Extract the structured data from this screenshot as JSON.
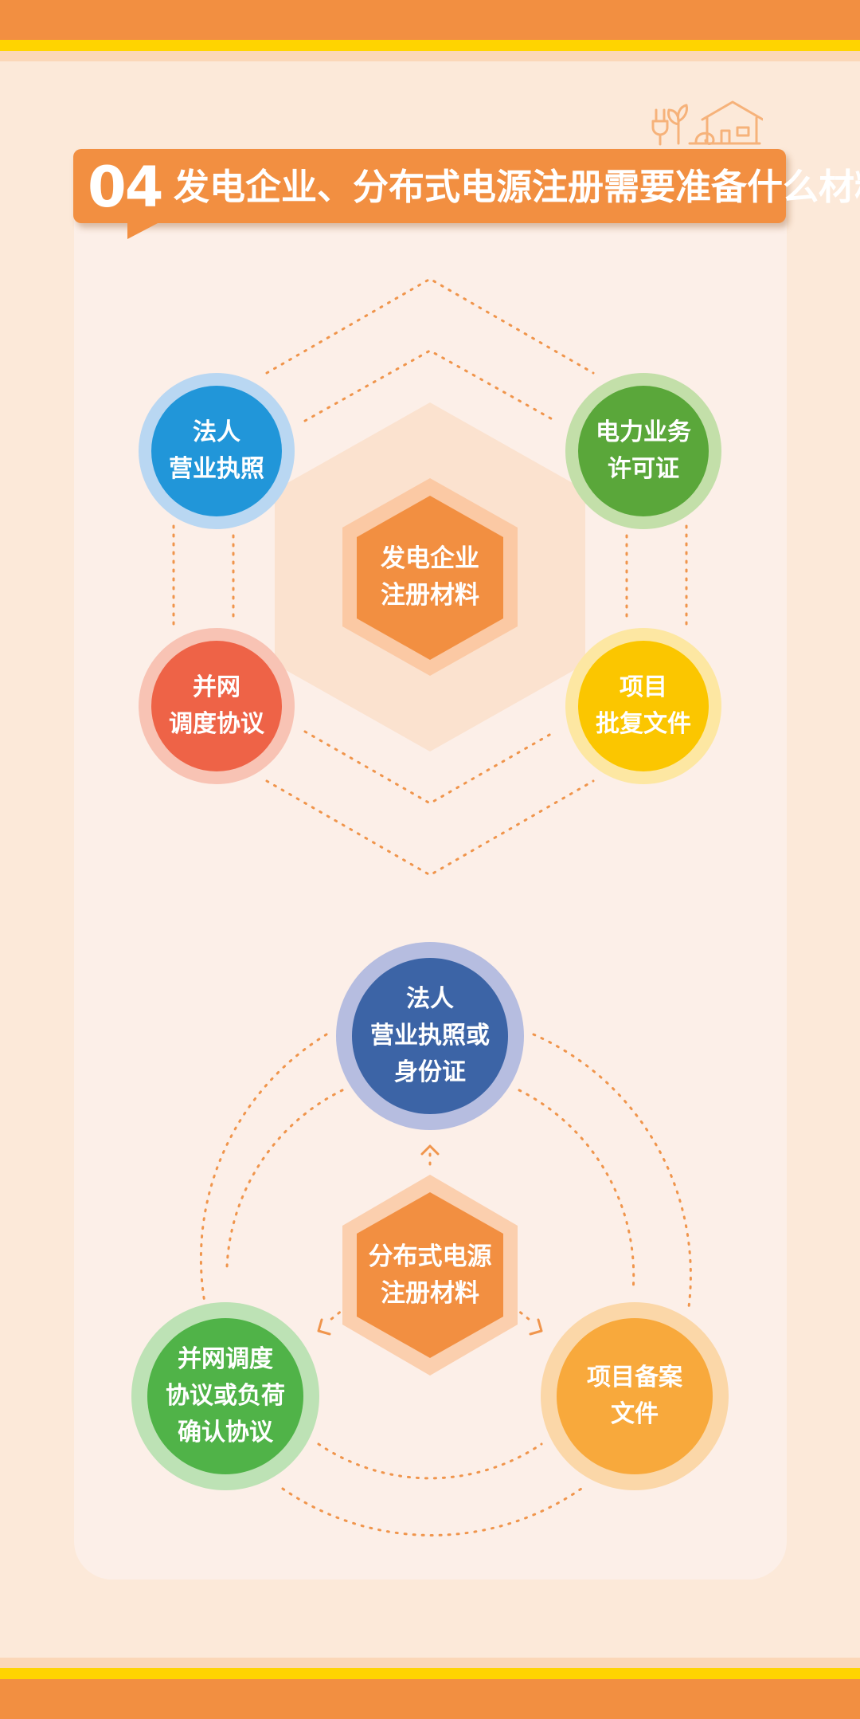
{
  "title": {
    "number": "04",
    "text": "发电企业、分布式电源注册需要准备什么材料"
  },
  "section_generation": {
    "center": [
      "发电企业",
      "注册材料"
    ],
    "items": [
      {
        "lines": [
          "法人",
          "营业执照"
        ],
        "color": "#2196d9",
        "ring": "#b9d7f2"
      },
      {
        "lines": [
          "电力业务",
          "许可证"
        ],
        "color": "#5aa73a",
        "ring": "#c3dfa9"
      },
      {
        "lines": [
          "并网",
          "调度协议"
        ],
        "color": "#ee6347",
        "ring": "#f8c3b4"
      },
      {
        "lines": [
          "项目",
          "批复文件"
        ],
        "color": "#fbc600",
        "ring": "#fde7a2"
      }
    ]
  },
  "section_distributed": {
    "center": [
      "分布式电源",
      "注册材料"
    ],
    "items": [
      {
        "lines": [
          "法人",
          "营业执照或",
          "身份证"
        ],
        "color": "#3c64a6",
        "ring": "#b6bde0"
      },
      {
        "lines": [
          "并网调度",
          "协议或负荷",
          "确认协议"
        ],
        "color": "#50b348",
        "ring": "#bde2b5"
      },
      {
        "lines": [
          "项目备案",
          "文件"
        ],
        "color": "#f8a93c",
        "ring": "#fbd7a8"
      }
    ]
  },
  "colors": {
    "accent_orange": "#f28f41",
    "stripe_yellow": "#ffd400",
    "background": "#fce9d9",
    "panel": "#fcefe8"
  },
  "icons": [
    "house-plant-plug-icon"
  ]
}
